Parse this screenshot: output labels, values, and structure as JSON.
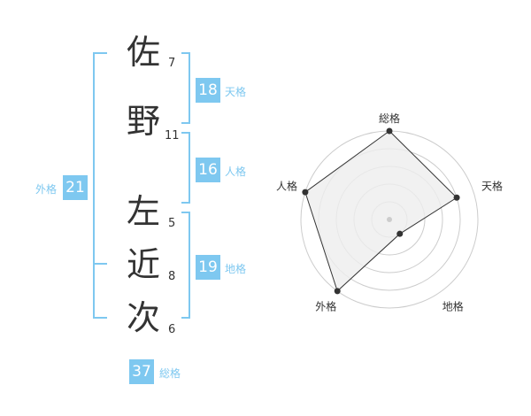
{
  "colors": {
    "accent": "#7ec8f0",
    "badge_text": "#ffffff",
    "text": "#333333",
    "grid": "#cccccc",
    "fill": "#eeeeee",
    "stroke": "#333333"
  },
  "name": {
    "characters": [
      {
        "char": "佐",
        "strokes": "7"
      },
      {
        "char": "野",
        "strokes": "11"
      },
      {
        "char": "左",
        "strokes": "5"
      },
      {
        "char": "近",
        "strokes": "8"
      },
      {
        "char": "次",
        "strokes": "6"
      }
    ]
  },
  "fortunes": {
    "tenkaku": {
      "label": "天格",
      "value": "18"
    },
    "jinkaku": {
      "label": "人格",
      "value": "16"
    },
    "chikaku": {
      "label": "地格",
      "value": "19"
    },
    "gaikaku": {
      "label": "外格",
      "value": "21"
    },
    "soukaku": {
      "label": "総格",
      "value": "37"
    }
  },
  "chart_data": {
    "type": "radar",
    "axes": [
      "総格",
      "天格",
      "地格",
      "外格",
      "人格"
    ],
    "values": [
      5,
      4,
      1,
      5,
      5
    ],
    "max": 5,
    "grid_levels": 5
  }
}
